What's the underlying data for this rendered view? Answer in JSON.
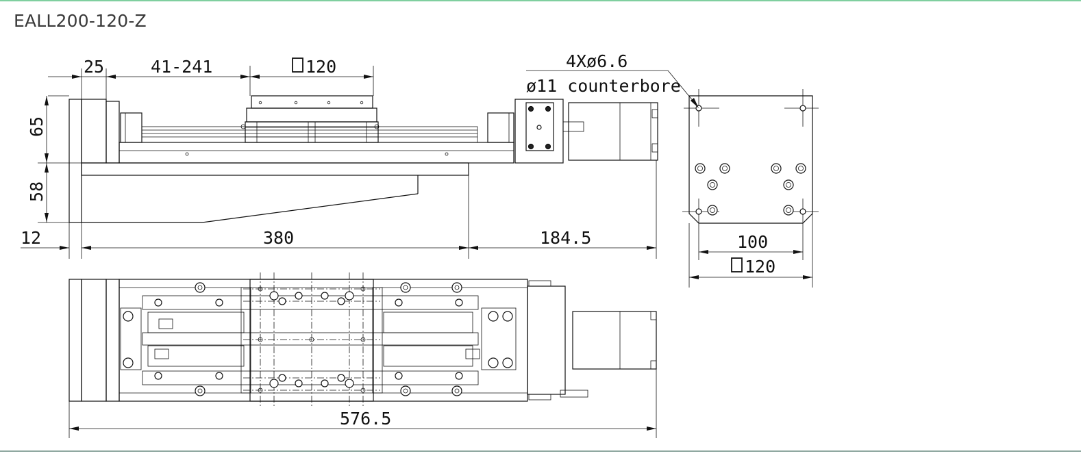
{
  "title": "EALL200-120-Z",
  "dimensions": {
    "d25": "25",
    "d41_241": "41-241",
    "sq120_top": "120",
    "hole_spec": "4Xø6.6",
    "counterbore": "ø11 counterbore",
    "d65": "65",
    "d58": "58",
    "d12": "12",
    "d380": "380",
    "d184_5": "184.5",
    "d100": "100",
    "sq120_side": "120",
    "d576_5": "576.5"
  },
  "colors": {
    "top_rule": "#7fcf9f",
    "bottom_rule": "#8fa8a0",
    "lines": "#111111"
  }
}
